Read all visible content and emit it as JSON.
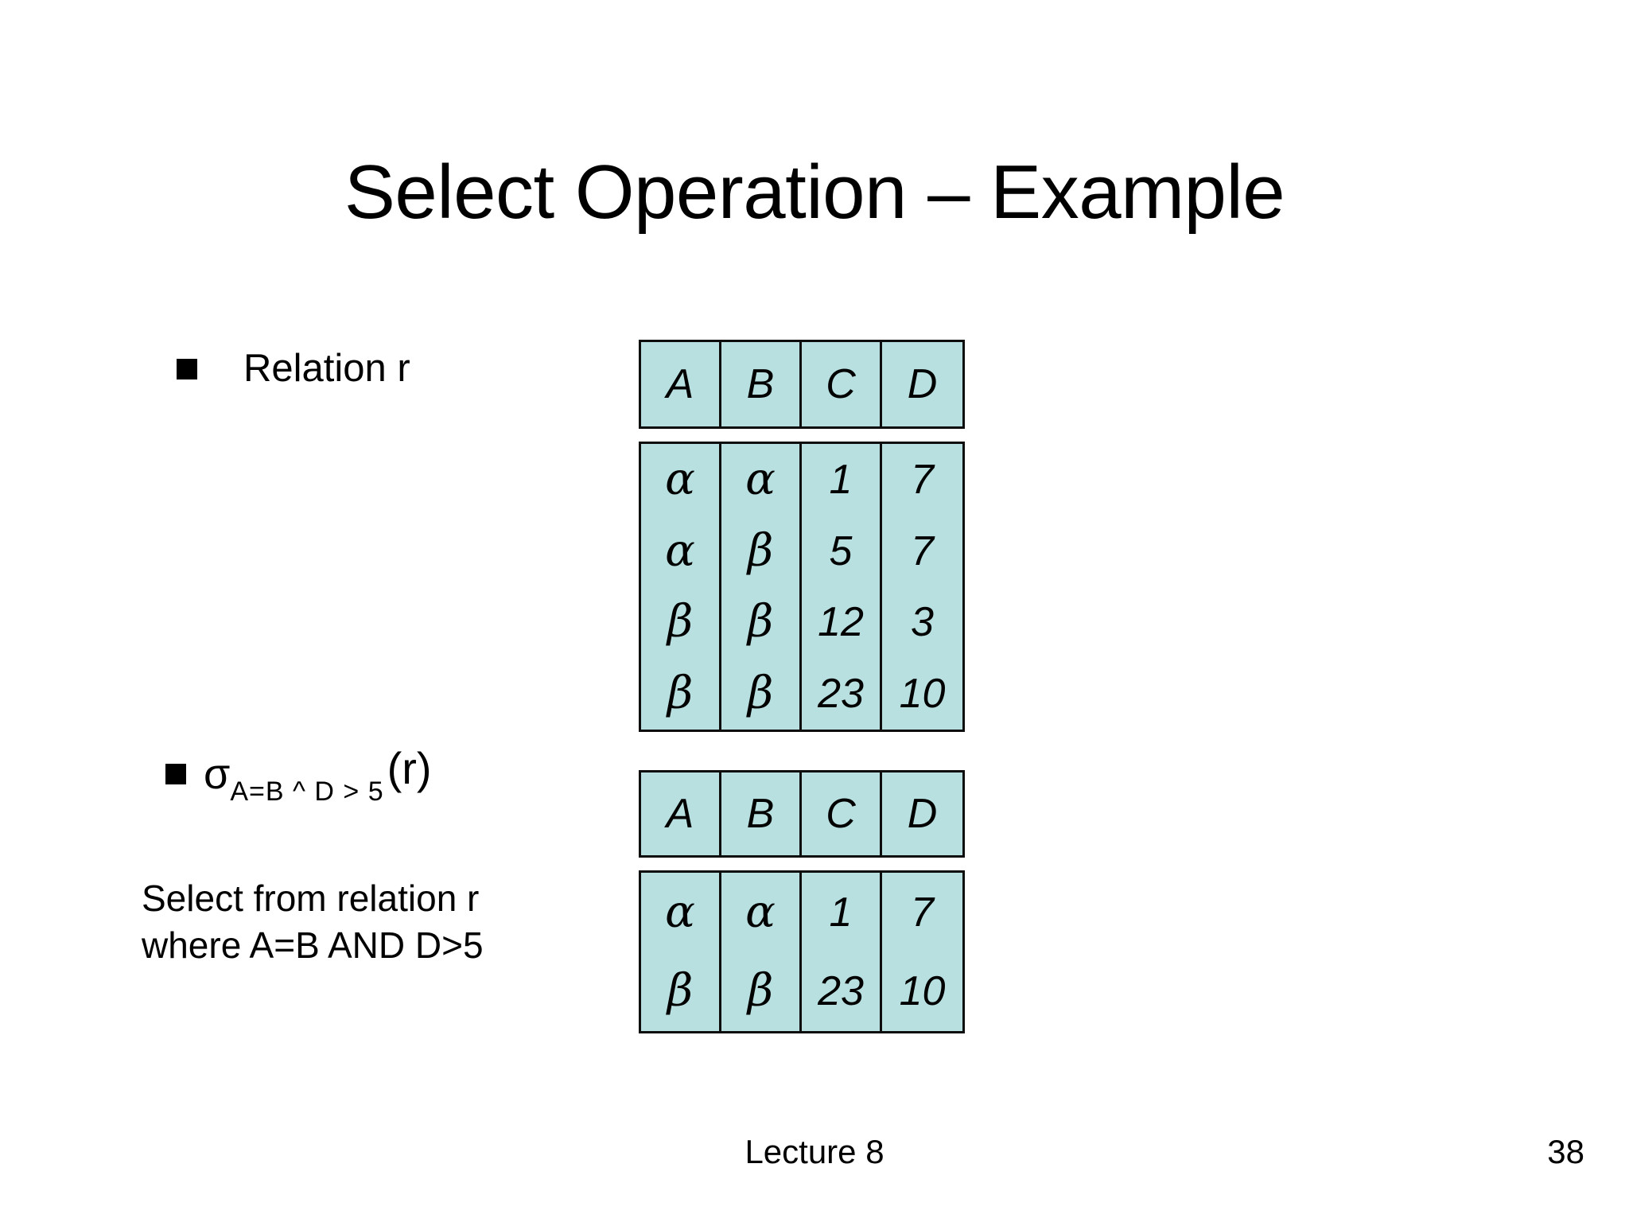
{
  "slide": {
    "title": "Select Operation – Example",
    "page_number": "38",
    "footer": "Lecture 8",
    "accent_fill": "#b8e0e0",
    "border_color": "#0d0d0d",
    "background": "#ffffff"
  },
  "bullets": {
    "relation_label": "Relation r",
    "sigma": {
      "operator": "σ",
      "subscript": "A=B ^ D > 5",
      "argument": "(r)"
    }
  },
  "caption": {
    "line1": "Select from relation r",
    "line2": "where A=B AND D>5"
  },
  "relation_r": {
    "name": "r",
    "columns": [
      "A",
      "B",
      "C",
      "D"
    ],
    "rows": [
      [
        "α",
        "α",
        "1",
        "7"
      ],
      [
        "α",
        "β",
        "5",
        "7"
      ],
      [
        "β",
        "β",
        "12",
        "3"
      ],
      [
        "β",
        "β",
        "23",
        "10"
      ]
    ]
  },
  "result_relation": {
    "name": "sigma_A=B and D>5 (r)",
    "columns": [
      "A",
      "B",
      "C",
      "D"
    ],
    "rows": [
      [
        "α",
        "α",
        "1",
        "7"
      ],
      [
        "β",
        "β",
        "23",
        "10"
      ]
    ]
  }
}
